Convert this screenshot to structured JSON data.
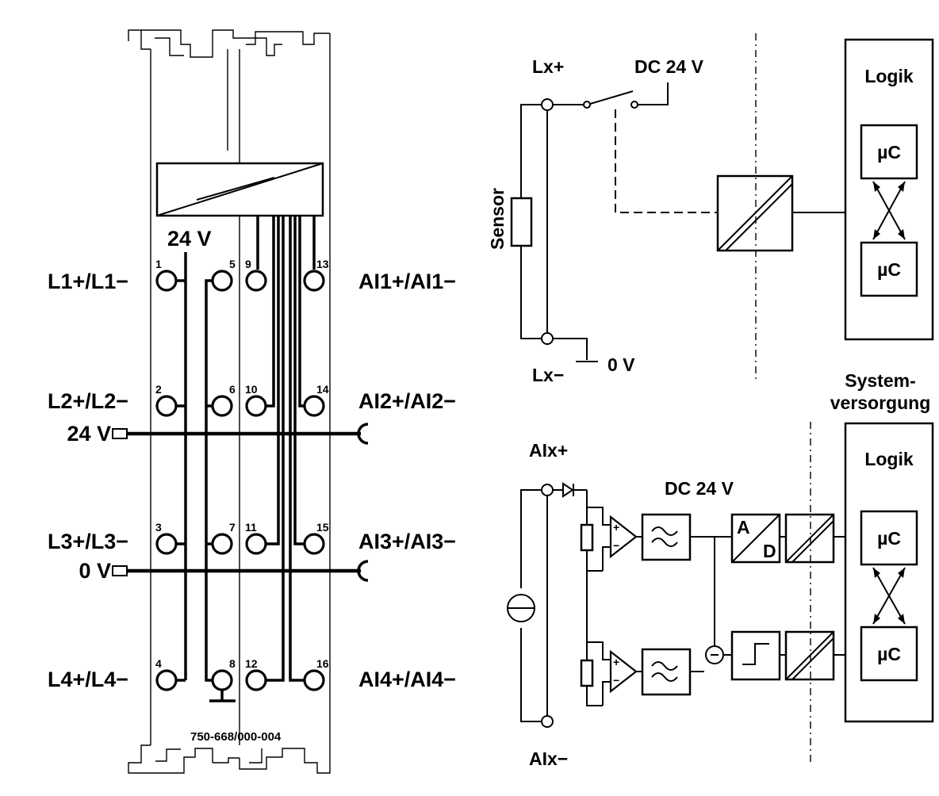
{
  "module": {
    "part_number": "750-668/000-004",
    "supply_label": "24 V",
    "terminal_numbers": [
      "1",
      "2",
      "3",
      "4",
      "5",
      "6",
      "7",
      "8",
      "9",
      "10",
      "11",
      "12",
      "13",
      "14",
      "15",
      "16"
    ],
    "left_labels": [
      "L1+/L1−",
      "L2+/L2−",
      "L3+/L3−",
      "L4+/L4−"
    ],
    "right_labels": [
      "AI1+/AI1−",
      "AI2+/AI2−",
      "AI3+/AI3−",
      "AI4+/AI4−"
    ],
    "rail_24v": "24 V",
    "rail_0v": "0 V"
  },
  "top_circuit": {
    "lx_plus": "Lx+",
    "lx_minus": "Lx−",
    "supply": "DC 24 V",
    "sensor": "Sensor",
    "ground": "0 V",
    "logik": "Logik",
    "uc1": "µC",
    "uc2": "µC"
  },
  "system_supply": {
    "line1": "System-",
    "line2": "versorgung"
  },
  "bottom_circuit": {
    "aix_plus": "AIx+",
    "aix_minus": "AIx−",
    "supply": "DC 24 V",
    "adc_a": "A",
    "adc_d": "D",
    "logik": "Logik",
    "uc1": "µC",
    "uc2": "µC",
    "op_plus": "+",
    "op_minus": "−"
  }
}
